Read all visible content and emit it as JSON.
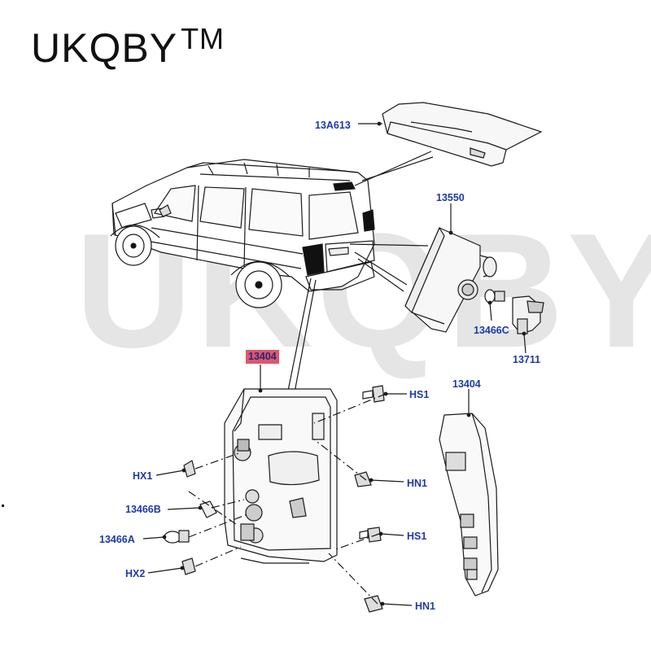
{
  "brand": {
    "name": "UKQBY",
    "mark": "TM"
  },
  "watermark": "UKQBYTM",
  "callouts": [
    {
      "id": "13A613",
      "label": "13A613",
      "part": "high-mount-stop-lamp"
    },
    {
      "id": "13550",
      "label": "13550",
      "part": "rear-lamp-assembly-upper"
    },
    {
      "id": "13466C",
      "label": "13466C",
      "part": "bulb"
    },
    {
      "id": "13711",
      "label": "13711",
      "part": "bulb-holder"
    },
    {
      "id": "13404-main",
      "label": "13404",
      "part": "tail-lamp-assembly",
      "highlighted": true
    },
    {
      "id": "13404-side",
      "label": "13404",
      "part": "tail-lamp-assembly-side-view"
    },
    {
      "id": "HS1-top",
      "label": "HS1",
      "part": "screw"
    },
    {
      "id": "HN1-top",
      "label": "HN1",
      "part": "nut"
    },
    {
      "id": "HS1-bottom",
      "label": "HS1",
      "part": "screw"
    },
    {
      "id": "HN1-bottom",
      "label": "HN1",
      "part": "nut"
    },
    {
      "id": "HX1",
      "label": "HX1",
      "part": "clip"
    },
    {
      "id": "13466B",
      "label": "13466B",
      "part": "bulb"
    },
    {
      "id": "13466A",
      "label": "13466A",
      "part": "bulb"
    },
    {
      "id": "HX2",
      "label": "HX2",
      "part": "clip"
    }
  ],
  "colors": {
    "label": "#1d3aa8",
    "highlight": "#e0566b",
    "line": "#1a1a1a"
  }
}
